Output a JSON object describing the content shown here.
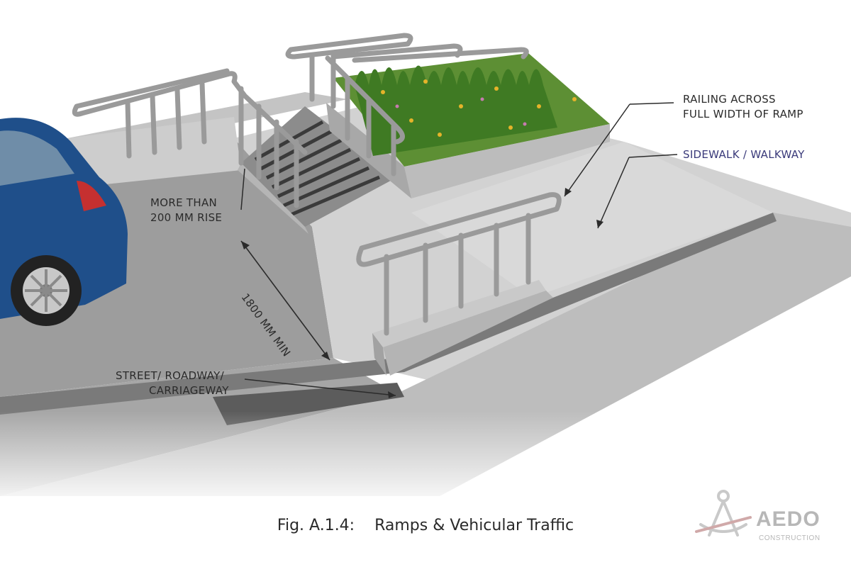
{
  "labels": {
    "railing": [
      "RAILING ACROSS",
      "FULL WIDTH OF RAMP"
    ],
    "sidewalk": "SIDEWALK / WALKWAY",
    "rise": [
      "MORE THAN",
      "200 MM RISE"
    ],
    "dimension": "1800 MM MIN",
    "street": [
      "STREET/ ROADWAY/",
      "CARRIAGEWAY"
    ]
  },
  "caption": {
    "number": "Fig. A.1.4:",
    "title": "Ramps & Vehicular Traffic"
  },
  "logo": {
    "name": "AEDO",
    "tagline": "CONSTRUCTION"
  },
  "colors": {
    "sidewalk_label": "#3a3a7a",
    "car": "#1f4f8a",
    "concrete": "#cfcfcf",
    "asphalt": "#9c9c9c",
    "planting": "#4d8a2e"
  }
}
